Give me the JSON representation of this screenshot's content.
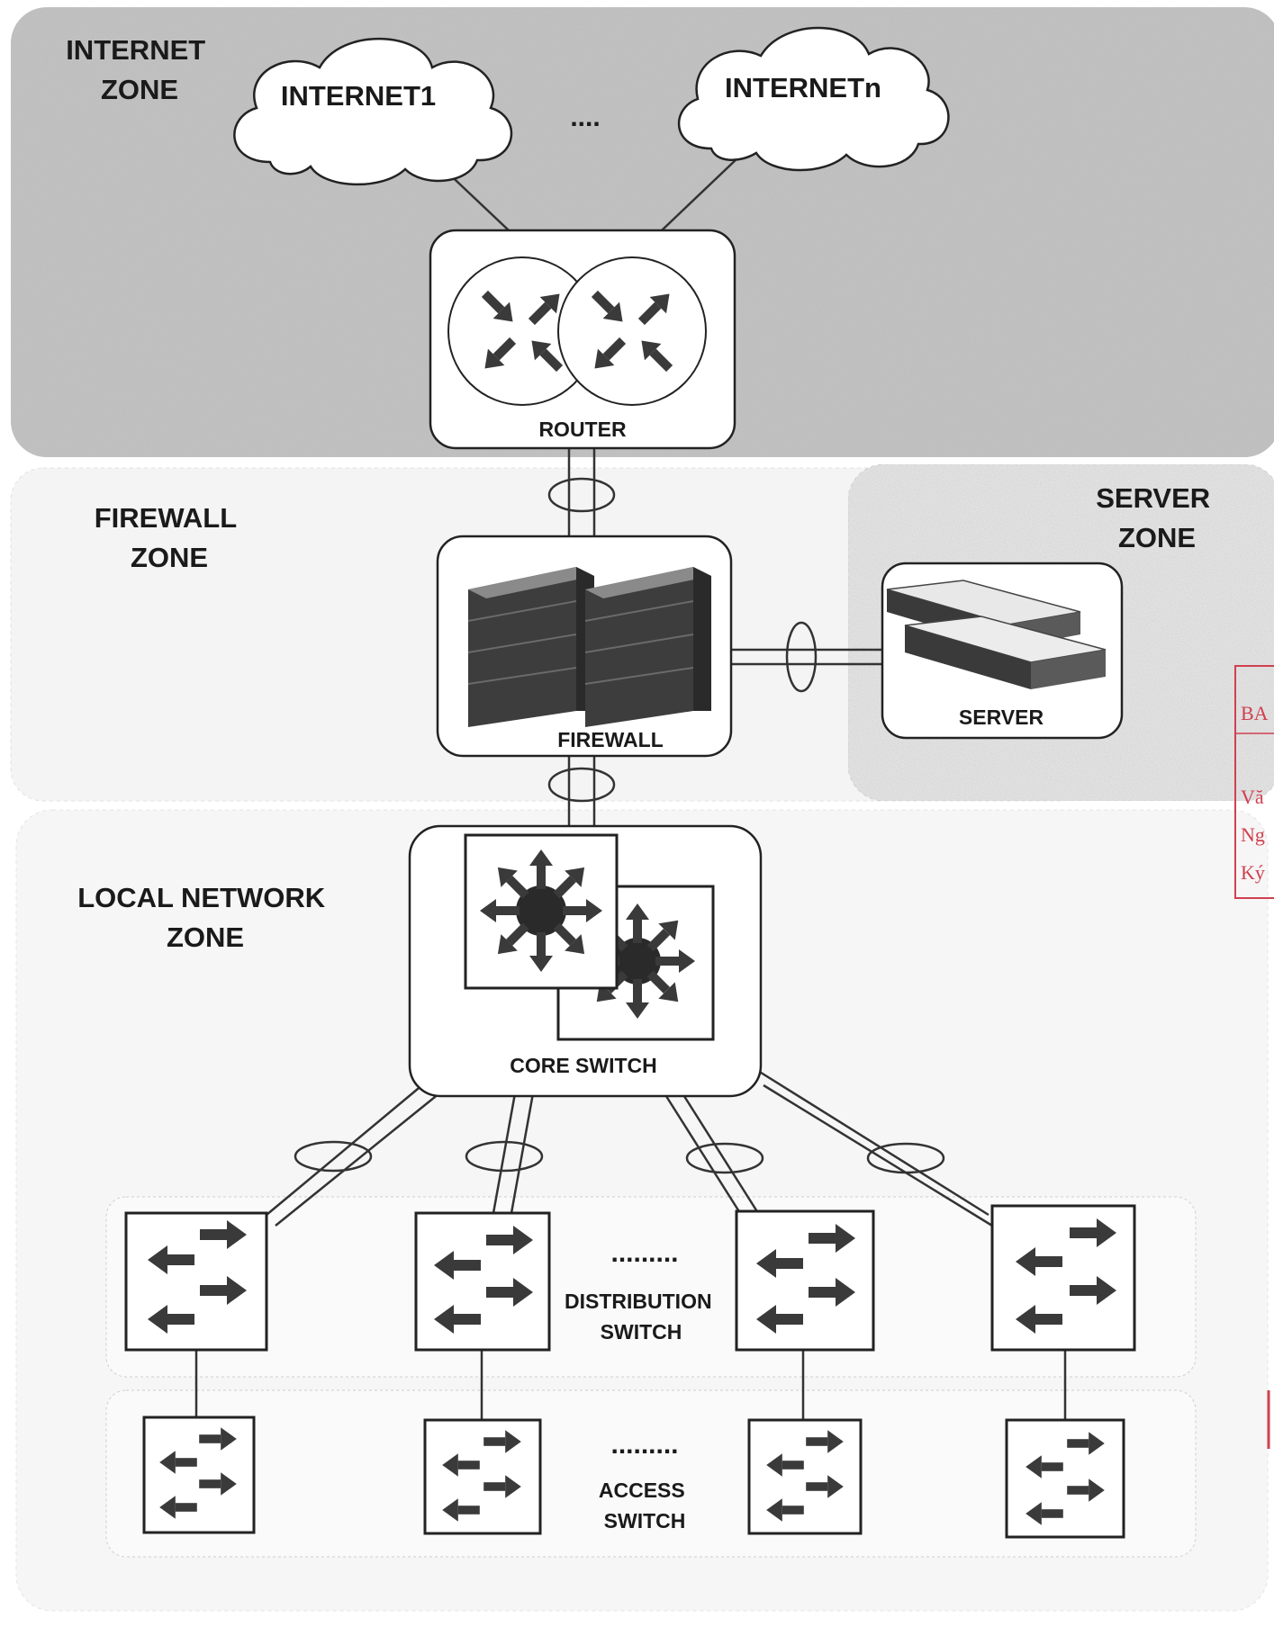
{
  "zones": {
    "internet": "INTERNET ZONE",
    "firewall": "FIREWALL ZONE",
    "server": "SERVER ZONE",
    "local": "LOCAL NETWORK ZONE"
  },
  "clouds": {
    "first": "INTERNET1",
    "last": "INTERNETn",
    "ellipsis": "...."
  },
  "devices": {
    "router": "ROUTER",
    "firewall": "FIREWALL",
    "server": "SERVER",
    "core_switch": "CORE SWITCH",
    "distribution_switch": "DISTRIBUTION SWITCH",
    "access_switch": "ACCESS SWITCH",
    "ellipsis": "........."
  },
  "stamp": {
    "header": "BA",
    "lines": [
      "Vă",
      "Ng",
      "Ký"
    ],
    "color": "#d04050"
  },
  "colors": {
    "internet_zone": "#c4c4c4",
    "other_zones": "#f3f3f3",
    "device_icon": "#3a3a3a"
  }
}
